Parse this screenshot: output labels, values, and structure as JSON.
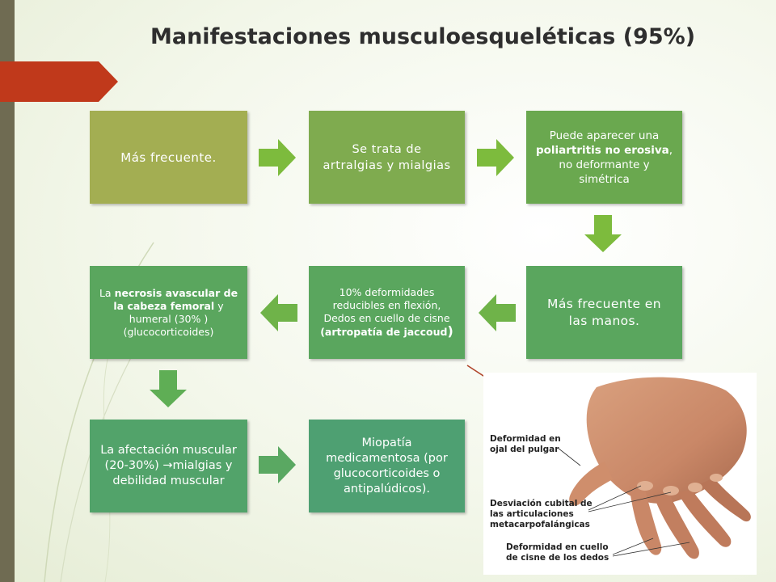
{
  "title": "Manifestaciones musculoesqueléticas (95%)",
  "boxes": {
    "b1": "Más frecuente.",
    "b2": "Se trata de artralgias y mialgias",
    "b3": {
      "pre": "Puede aparecer una ",
      "bold": "poliartritis no erosiva",
      "post": ", no deformante y simétrica"
    },
    "b4": "Más frecuente en las manos.",
    "b5": {
      "pre": "10% deformidades reducibles en flexión, Dedos en cuello de cisne ",
      "bold": "(artropatía de jaccoud",
      "post": ")"
    },
    "b6": {
      "pre": "La ",
      "bold": "necrosis avascular de la cabeza femoral",
      "post": " y humeral (30% ) (glucocorticoides)"
    },
    "b7": {
      "line1": "La afectación muscular (20-30%) ",
      "arrow": "→",
      "line2": "mialgias y debilidad muscular"
    },
    "b8": "Miopatía medicamentosa (por glucocorticoides o antipalúdicos)."
  },
  "hand_image": {
    "labels": [
      "Deformidad en ojal del pulgar",
      "Desviación cubital de las articulaciones metacarpofalángicas",
      "Deformidad en cuello de cisne de los dedos"
    ]
  },
  "colors": {
    "accent": "#c0391b",
    "sidebar": "#6f6b52",
    "arrow_green": "#7dbb3d"
  }
}
